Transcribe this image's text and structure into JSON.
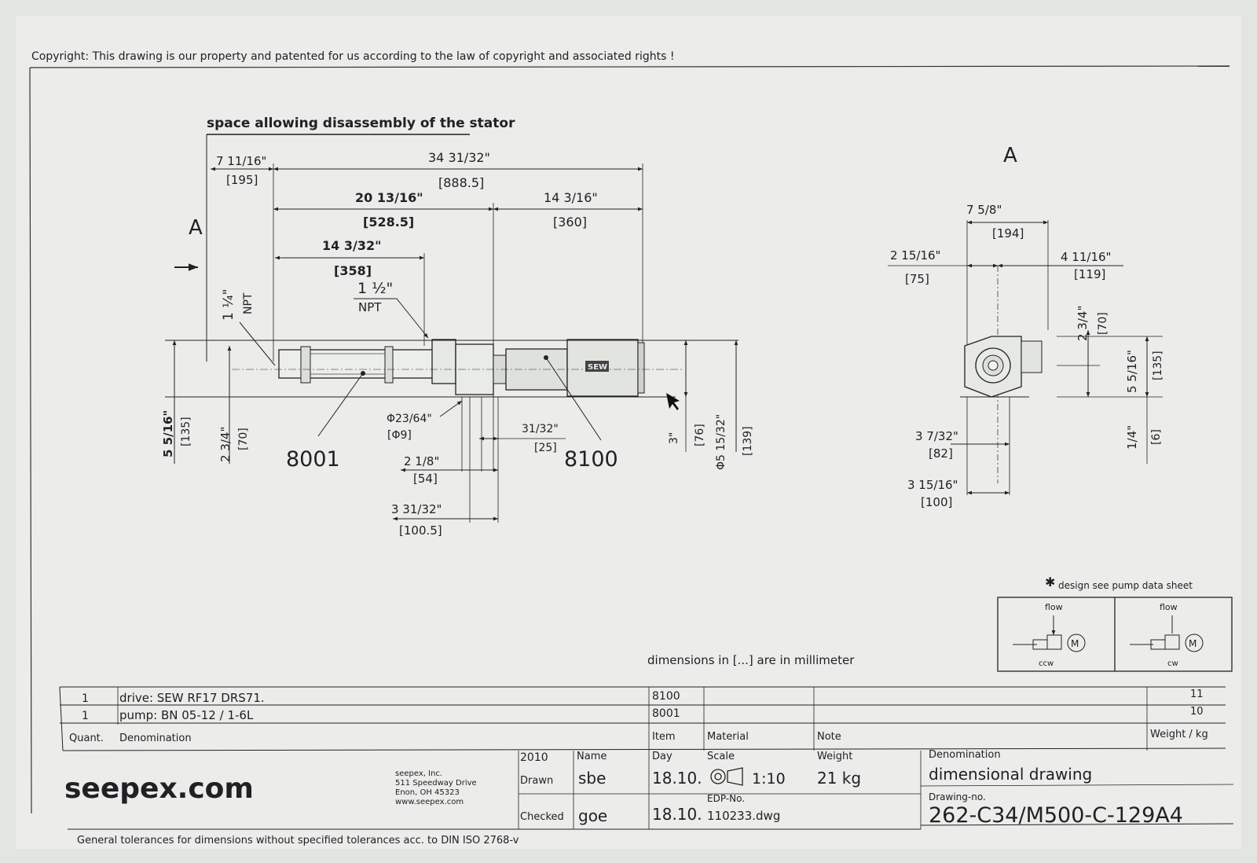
{
  "copyright": "Copyright: This drawing is our property and patented for us according to the law of copyright and associated rights !",
  "side_view": {
    "title": "space allowing disassembly of the stator",
    "view_label": "A",
    "dims": {
      "d1": "7 11/16\"",
      "d1_mm": "[195]",
      "d2": "34 31/32\"",
      "d2_mm": "[888.5]",
      "d3": "20 13/16\"",
      "d3_mm": "[528.5]",
      "d4": "14 3/16\"",
      "d4_mm": "[360]",
      "d5": "14 3/32\"",
      "d5_mm": "[358]",
      "port1_size": "1 ½\"",
      "port1_type": "NPT",
      "port2_size": "1 ¼\"",
      "port2_type": "NPT",
      "h_left": "5 5/16\"",
      "h_left_mm": "[135]",
      "h_left2": "2 3/4\"",
      "h_left2_mm": "[70]",
      "hole": "Φ23/64\"",
      "hole_mm": "[Φ9]",
      "w1": "31/32\"",
      "w1_mm": "[25]",
      "w2": "2 1/8\"",
      "w2_mm": "[54]",
      "w3": "3 31/32\"",
      "w3_mm": "[100.5]",
      "h_right1": "3\"",
      "h_right1_mm": "[76]",
      "h_right2": "Φ5 15/32\"",
      "h_right2_mm": "[139]"
    },
    "item_pump": "8001",
    "item_drive": "8100",
    "motor_brand": "SEW"
  },
  "end_view": {
    "label": "A",
    "dims": {
      "top": "7 5/8\"",
      "top_mm": "[194]",
      "left": "2 15/16\"",
      "left_mm": "[75]",
      "right": "4 11/16\"",
      "right_mm": "[119]",
      "h1": "2 3/4\"",
      "h1_mm": "[70]",
      "h2": "5 5/16\"",
      "h2_mm": "[135]",
      "h3": "1/4\"",
      "h3_mm": "[6]",
      "b1": "3 7/32\"",
      "b1_mm": "[82]",
      "b2": "3 15/16\"",
      "b2_mm": "[100]"
    }
  },
  "flow_box": {
    "note": "design see pump data sheet",
    "left_flow": "flow",
    "left_dir": "ccw",
    "right_flow": "flow",
    "right_dir": "cw"
  },
  "units_note": "dimensions in [...] are in millimeter",
  "parts": [
    {
      "qty": "1",
      "denomination": "drive: SEW RF17 DRS71.",
      "item": "8100",
      "weight": "11"
    },
    {
      "qty": "1",
      "denomination": "pump: BN 05-12 / 1-6L",
      "item": "8001",
      "weight": "10"
    }
  ],
  "parts_header": {
    "qty": "Quant.",
    "denomination": "Denomination",
    "item": "Item",
    "material": "Material",
    "note": "Note",
    "weight": "Weight / kg"
  },
  "title_block": {
    "brand": "seepex.com",
    "address": [
      "seepex, Inc.",
      "511 Speedway Drive",
      "Enon, OH 45323",
      "www.seepex.com"
    ],
    "year": "2010",
    "name_label": "Name",
    "day_label": "Day",
    "scale_label": "Scale",
    "weight_label": "Weight",
    "denomination_label": "Denomination",
    "drawn_label": "Drawn",
    "drawn_name": "sbe",
    "drawn_day": "18.10.",
    "scale": "1:10",
    "weight": "21 kg",
    "denomination": "dimensional drawing",
    "edp_label": "EDP-No.",
    "edp": "110233.dwg",
    "drawing_no_label": "Drawing-no.",
    "drawing_no": "262-C34/M500-C-129A4",
    "checked_label": "Checked",
    "checked_name": "goe",
    "checked_day": "18.10."
  },
  "tolerance": "General tolerances for dimensions without specified tolerances acc. to DIN ISO 2768-v"
}
